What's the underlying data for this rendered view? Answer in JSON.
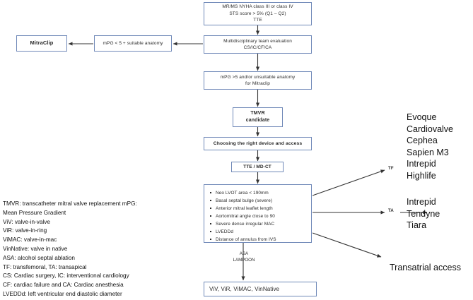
{
  "diagram": {
    "title": "TMVR patient selection and device/access algorithm",
    "nodes": {
      "initial": {
        "lines": [
          "MR/MS NYHA class III or class IV",
          "STS score > 5% (Q1 – Q2)",
          "TTE"
        ]
      },
      "mdt": {
        "lines": [
          "Multidisciplinary team evaluation",
          "CS/IC/CF/CA"
        ]
      },
      "mpg_low": {
        "lines": [
          "mPG < 5 + suitable anatomy"
        ]
      },
      "mitraclip": {
        "lines": [
          "MitraClip"
        ]
      },
      "mpg_high": {
        "lines": [
          "mPG >5 and/or unsuitable anatomy",
          "for Mitraclip"
        ]
      },
      "tmvr": {
        "lines": [
          "TMVR",
          "candidate"
        ]
      },
      "device": {
        "lines": [
          "Choosing the right device and access"
        ]
      },
      "imaging": {
        "lines": [
          "TTE / MD-CT"
        ]
      },
      "criteria": {
        "bullets": [
          "Neo LVOT area < 190mm",
          "Basal septal bulge (severe)",
          "Anterior mitral leaflet length",
          "Aortomitral  angle close to 90",
          "Severe dense irregular  MAC",
          "LVEDDd",
          "Distance of annulus from IVS"
        ]
      },
      "viv_outcome": {
        "lines": [
          "ViV, ViR, ViMAC, VinNative"
        ]
      }
    },
    "edge_labels": {
      "asa_lampoon": "ASA\nLAMPOON",
      "asa_line1": "ASA",
      "asa_line2": "LAMPOON",
      "tf": "TF",
      "ta": "TA"
    },
    "outcomes": {
      "transfemoral_devices": [
        "Evoque",
        "Cardiovalve",
        "Cephea",
        "Sapien M3",
        "Intrepid",
        "Highlife"
      ],
      "transapical_devices": [
        "Intrepid",
        "Tendyne",
        "Tiara"
      ],
      "transatrial": "Transatrial access"
    }
  },
  "legend": {
    "lines": [
      "TMVR: transcatheter mitral valve replacement mPG:",
      "Mean Pressure Gradient",
      "ViV: valve-in-valve",
      "ViR: valve-in-ring",
      "ViMAC: valve-in-mac",
      "VinNative: valve in native",
      "ASA: alcohol septal ablation",
      "TF: transfemoral, TA: transapical",
      "CS: Cardiac surgery, IC: interventional cardiology",
      "CF: cardiac failure and CA: Cardiac anesthesia",
      "LVEDDd: left ventricular end diastolic diameter"
    ]
  },
  "colors": {
    "box_border": "#7089b8",
    "arrow": "#333333",
    "text": "#1a1a1a",
    "background": "#ffffff"
  }
}
